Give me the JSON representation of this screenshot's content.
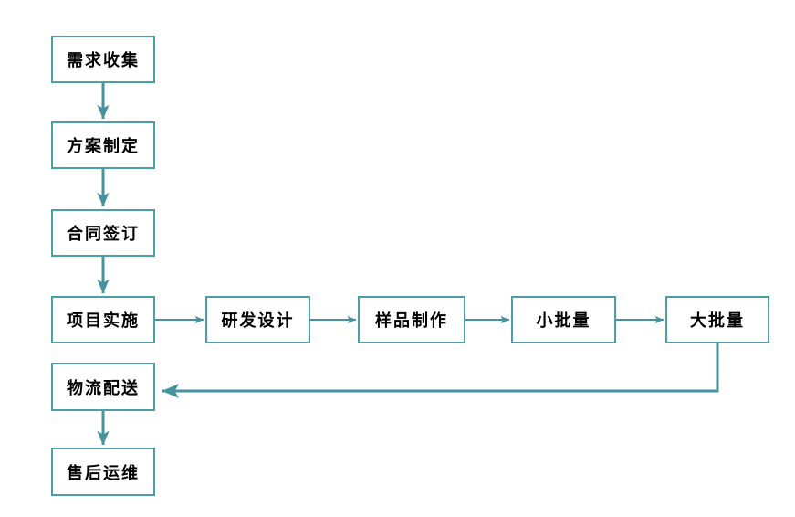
{
  "diagram": {
    "type": "flowchart",
    "background_color": "#FFFFFF",
    "box_fill_color": "#FFFFFF",
    "box_border_color": "#4C9FA8",
    "connector_color": "#47939D",
    "text_color": "#000000",
    "nodes": [
      {
        "id": "requirements-collection",
        "label": "需求收集"
      },
      {
        "id": "plan-formulation",
        "label": "方案制定"
      },
      {
        "id": "contract-signing",
        "label": "合同签订"
      },
      {
        "id": "project-implementation",
        "label": "项目实施"
      },
      {
        "id": "rnd-design",
        "label": "研发设计"
      },
      {
        "id": "sample-production",
        "label": "样品制作"
      },
      {
        "id": "small-batch",
        "label": "小批量"
      },
      {
        "id": "large-batch",
        "label": "大批量"
      },
      {
        "id": "logistics-delivery",
        "label": "物流配送"
      },
      {
        "id": "aftersales-maintenance",
        "label": "售后运维"
      }
    ],
    "edges": [
      {
        "from": "需求收集",
        "to": "方案制定",
        "direction": "down"
      },
      {
        "from": "方案制定",
        "to": "合同签订",
        "direction": "down"
      },
      {
        "from": "合同签订",
        "to": "项目实施",
        "direction": "down"
      },
      {
        "from": "项目实施",
        "to": "研发设计",
        "direction": "right"
      },
      {
        "from": "研发设计",
        "to": "样品制作",
        "direction": "right"
      },
      {
        "from": "样品制作",
        "to": "小批量",
        "direction": "right"
      },
      {
        "from": "小批量",
        "to": "大批量",
        "direction": "right"
      },
      {
        "from": "大批量",
        "to": "物流配送",
        "direction": "down-then-left"
      },
      {
        "from": "物流配送",
        "to": "售后运维",
        "direction": "down"
      }
    ]
  }
}
